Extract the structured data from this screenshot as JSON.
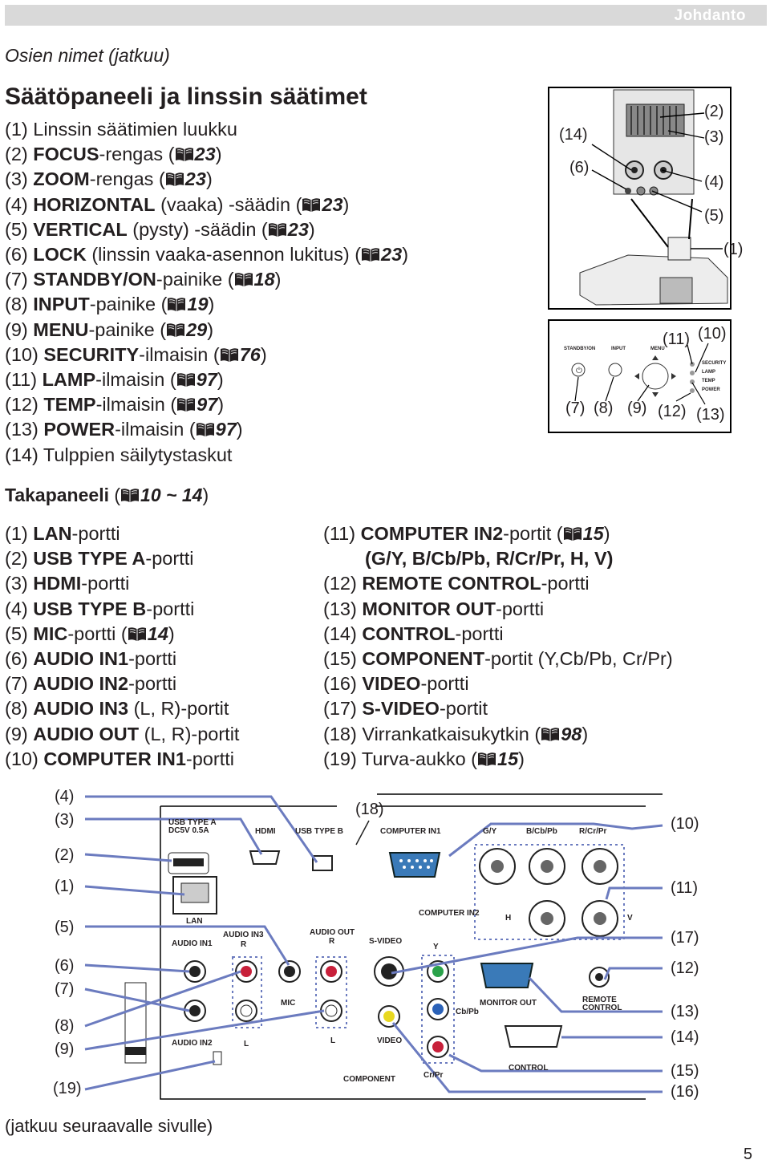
{
  "header": {
    "section": "Johdanto"
  },
  "subtitle": "Osien nimet (jatkuu)",
  "control_panel": {
    "title": "Säätöpaneeli ja linssin säätimet",
    "items": [
      {
        "num": "(1)",
        "name": "",
        "rest": "Linssin säätimien luukku",
        "ref": ""
      },
      {
        "num": "(2)",
        "name": "FOCUS",
        "rest": "-rengas (",
        "ref": "23"
      },
      {
        "num": "(3)",
        "name": "ZOOM",
        "rest": "-rengas (",
        "ref": "23"
      },
      {
        "num": "(4)",
        "name": "HORIZONTAL",
        "rest": " (vaaka) -säädin (",
        "ref": "23"
      },
      {
        "num": "(5)",
        "name": "VERTICAL",
        "rest": " (pysty) -säädin (",
        "ref": "23"
      },
      {
        "num": "(6)",
        "name": "LOCK",
        "rest": " (linssin vaaka-asennon lukitus) (",
        "ref": "23"
      },
      {
        "num": "(7)",
        "name": "STANDBY/ON",
        "rest": "-painike (",
        "ref": "18"
      },
      {
        "num": "(8)",
        "name": "INPUT",
        "rest": "-painike (",
        "ref": "19"
      },
      {
        "num": "(9)",
        "name": "MENU",
        "rest": "-painike (",
        "ref": "29"
      },
      {
        "num": "(10)",
        "name": "SECURITY",
        "rest": "-ilmaisin (",
        "ref": "76"
      },
      {
        "num": "(11)",
        "name": "LAMP",
        "rest": "-ilmaisin (",
        "ref": "97"
      },
      {
        "num": "(12)",
        "name": "TEMP",
        "rest": "-ilmaisin (",
        "ref": "97"
      },
      {
        "num": "(13)",
        "name": "POWER",
        "rest": "-ilmaisin (",
        "ref": "97"
      },
      {
        "num": "(14)",
        "name": "",
        "rest": "Tulppien säilytystaskut",
        "ref": ""
      }
    ],
    "figure": {
      "callouts": [
        "(2)",
        "(3)",
        "(14)",
        "(6)",
        "(4)",
        "(5)",
        "(1)",
        "(11)",
        "(10)",
        "(7)",
        "(8)",
        "(9)",
        "(12)",
        "(13)"
      ],
      "panel_labels": [
        "STANDBY/ON",
        "INPUT",
        "MENU",
        "SECURITY",
        "LAMP",
        "TEMP",
        "POWER"
      ]
    }
  },
  "rear_panel": {
    "title": "Takapaneeli",
    "title_ref": "10 ~ 14",
    "left_items": [
      {
        "num": "(1)",
        "name": "LAN",
        "rest": "-portti",
        "ref": ""
      },
      {
        "num": "(2)",
        "name": "USB TYPE A",
        "rest": "-portti",
        "ref": ""
      },
      {
        "num": "(3)",
        "name": "HDMI",
        "rest": "-portti",
        "ref": ""
      },
      {
        "num": "(4)",
        "name": "USB TYPE B",
        "rest": "-portti",
        "ref": ""
      },
      {
        "num": "(5)",
        "name": "MIC",
        "rest": "-portti (",
        "ref": "14"
      },
      {
        "num": "(6)",
        "name": "AUDIO IN1",
        "rest": "-portti",
        "ref": ""
      },
      {
        "num": "(7)",
        "name": "AUDIO IN2",
        "rest": "-portti",
        "ref": ""
      },
      {
        "num": "(8)",
        "name": "AUDIO IN3",
        "rest": " (L, R)-portit",
        "ref": ""
      },
      {
        "num": "(9)",
        "name": "AUDIO OUT",
        "rest": " (L, R)-portit",
        "ref": ""
      },
      {
        "num": "(10)",
        "name": "COMPUTER IN1",
        "rest": "-portti",
        "ref": ""
      }
    ],
    "right_items": [
      {
        "num": "(11)",
        "name": "COMPUTER IN2",
        "rest": "-portit (",
        "ref": "15"
      },
      {
        "num": "",
        "name": "(G/Y, B/Cb/Pb, R/Cr/Pr, H, V)",
        "rest": "",
        "ref": ""
      },
      {
        "num": "(12)",
        "name": "REMOTE CONTROL",
        "rest": "-portti",
        "ref": ""
      },
      {
        "num": "(13)",
        "name": "MONITOR OUT",
        "rest": "-portti",
        "ref": ""
      },
      {
        "num": "(14)",
        "name": "CONTROL",
        "rest": "-portti",
        "ref": ""
      },
      {
        "num": "(15)",
        "name": "COMPONENT",
        "rest": "-portit (Y,Cb/Pb, Cr/Pr)",
        "ref": ""
      },
      {
        "num": "(16)",
        "name": "VIDEO",
        "rest": "-portti",
        "ref": ""
      },
      {
        "num": "(17)",
        "name": "S-VIDEO",
        "rest": "-portit",
        "ref": ""
      },
      {
        "num": "(18)",
        "name": "",
        "rest": "Virrankatkaisukytkin (",
        "ref": "98"
      },
      {
        "num": "(19)",
        "name": "",
        "rest": "Turva-aukko (",
        "ref": "15"
      }
    ],
    "figure": {
      "left_callouts": [
        "(4)",
        "(3)",
        "(2)",
        "(1)",
        "(5)",
        "(6)",
        "(7)",
        "(8)",
        "(9)",
        "(19)"
      ],
      "top_callout": "(18)",
      "right_callouts": [
        "(10)",
        "(11)",
        "(17)",
        "(12)",
        "(13)",
        "(14)",
        "(15)",
        "(16)"
      ],
      "port_labels": {
        "usb_a": "USB TYPE A\nDC5V 0.5A",
        "hdmi": "HDMI",
        "usb_b": "USB TYPE B",
        "comp_in1": "COMPUTER IN1",
        "gy": "G/Y",
        "bcb": "B/Cb/Pb",
        "rcr": "R/Cr/Pr",
        "lan": "LAN",
        "comp_in2": "COMPUTER IN2",
        "h": "H",
        "v": "V",
        "audio_in1": "AUDIO IN1",
        "audio_in3": "AUDIO IN3",
        "r1": "R",
        "audio_out": "AUDIO OUT",
        "r2": "R",
        "svideo": "S-VIDEO",
        "y": "Y",
        "mic": "MIC",
        "monitor_out": "MONITOR OUT",
        "cbpb": "Cb/Pb",
        "remote": "REMOTE\nCONTROL",
        "audio_in2": "AUDIO IN2",
        "l1": "L",
        "l2": "L",
        "video": "VIDEO",
        "control": "CONTROL",
        "component": "COMPONENT",
        "crpr": "Cr/Pr"
      }
    }
  },
  "footer": {
    "continued": "(jatkuu seuraavalle sivulle)",
    "page": "5"
  },
  "icons": {
    "book": "book-icon"
  }
}
